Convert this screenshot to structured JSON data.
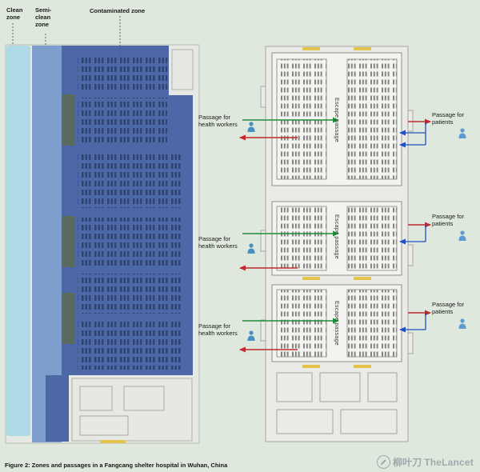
{
  "figure": {
    "caption": "Figure 2: Zones and passages in a Fangcang shelter hospital in Wuhan, China"
  },
  "zones": {
    "clean": "Clean zone",
    "semi_clean": "Semi-clean zone",
    "contaminated": "Contaminated zone"
  },
  "passages": {
    "health_workers": "Passage for health workers",
    "patients": "Passage for patients",
    "escape": "Escape passage"
  },
  "watermark": {
    "cn": "柳叶刀",
    "en": "TheLancet"
  },
  "colors": {
    "background": "#dfe8dc",
    "clean_zone": "#aed9e6",
    "semi_clean_zone": "#7e9fce",
    "contaminated_zone": "#4d68a6",
    "dark_block": "#5a6a5e",
    "health_arrow_green": "#1f8c3b",
    "exit_arrow_red": "#c1272d",
    "patient_arrow_blue": "#1f4fc1"
  }
}
